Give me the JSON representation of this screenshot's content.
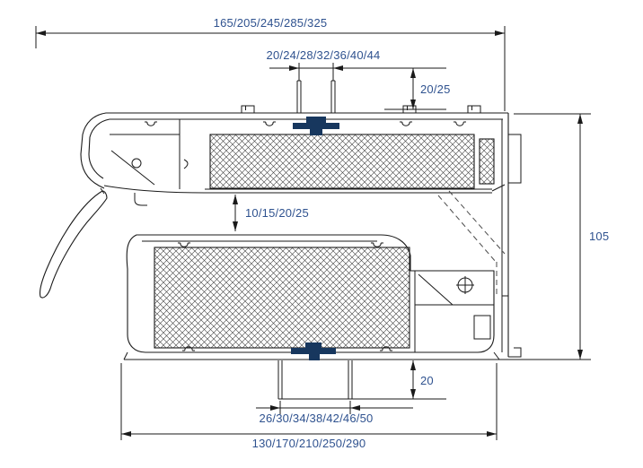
{
  "drawing": {
    "kind": "aluminium-profile-cross-section",
    "background": "#ffffff",
    "colors": {
      "outline": "#1a1a1a",
      "dimension_text": "#2f528f",
      "clip_fill": "#17375e",
      "dashed_line": "#4a4a4a"
    },
    "dimensions": {
      "overall_width_top": "165/205/245/285/325",
      "top_slot_width": "20/24/28/32/36/40/44",
      "top_upstand_height": "20/25",
      "sash_frame_gap": "10/15/20/25",
      "overall_height": "105",
      "bottom_upstand_height": "20",
      "bottom_slot_width": "26/30/34/38/42/46/50",
      "overall_width_bottom": "130/170/210/250/290"
    }
  }
}
